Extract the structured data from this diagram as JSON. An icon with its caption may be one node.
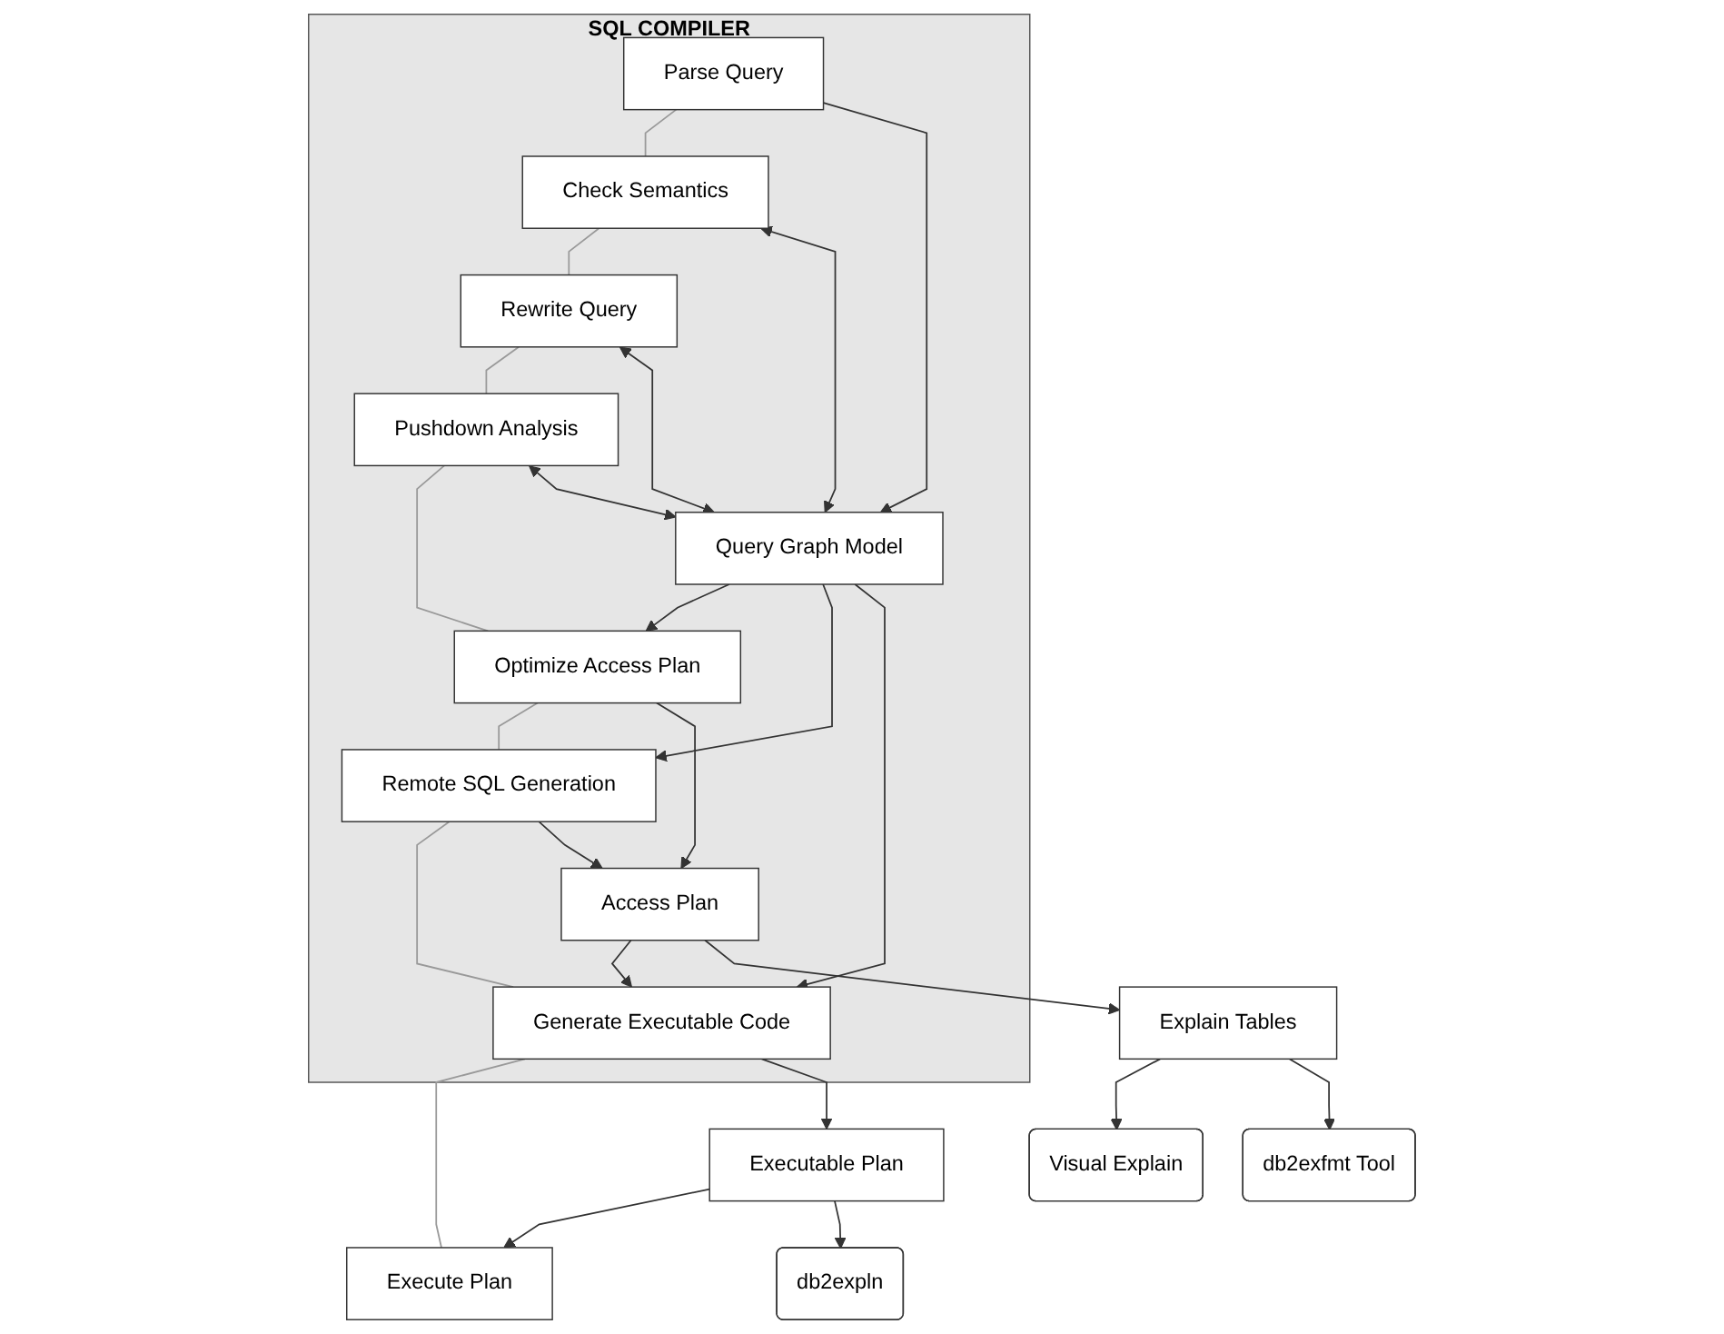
{
  "diagram": {
    "nodes": [
      {
        "text": [
          "SQL COMPILER"
        ]
      },
      {
        "text": [
          "Parse Query"
        ],
        "in": 0
      },
      {
        "text": [
          "Check Semantics"
        ],
        "in": 0
      },
      {
        "text": [
          "Rewrite Query"
        ],
        "in": 0
      },
      {
        "text": [
          "Pushdown Analysis"
        ],
        "in": 0
      },
      {
        "text": [
          "Optimize Access Plan"
        ],
        "in": 0
      },
      {
        "text": [
          "Remote SQL Generation"
        ],
        "in": 0
      },
      {
        "text": [
          "Generate Executable Code"
        ],
        "in": 0
      },
      {
        "text": [
          "Query Graph Model"
        ],
        "in": 0
      },
      {
        "text": [
          "Access Plan"
        ],
        "in": 0
      },
      {
        "text": [
          "Execute Plan"
        ]
      },
      {
        "text": [
          "Executable Plan"
        ]
      },
      {
        "text": [
          "Explain Tables"
        ]
      },
      {
        "text": [
          "Visual Explain"
        ]
      },
      {
        "text": [
          "db2exfmt Tool"
        ]
      },
      {
        "text": [
          "db2expln"
        ]
      }
    ],
    "edges": [
      {
        "from": 1,
        "to": 2,
        "arrow": "none",
        "color": "#999999"
      },
      {
        "from": 2,
        "to": 3,
        "arrow": "none",
        "color": "#999999"
      },
      {
        "from": 3,
        "to": 4,
        "arrow": "none",
        "color": "#999999"
      },
      {
        "from": 4,
        "to": 5,
        "arrow": "none",
        "color": "#999999"
      },
      {
        "from": 5,
        "to": 6,
        "arrow": "none",
        "color": "#999999"
      },
      {
        "from": 6,
        "to": 7,
        "arrow": "none",
        "color": "#999999"
      },
      {
        "from": 7,
        "to": 10,
        "arrow": "none",
        "color": "#999999"
      },
      {
        "from": 1,
        "to": 8,
        "arrow": "to"
      },
      {
        "from": 2,
        "to": 8,
        "arrow": "both"
      },
      {
        "from": 3,
        "to": 8,
        "arrow": "both"
      },
      {
        "from": 4,
        "to": 8,
        "arrow": "both"
      },
      {
        "from": 8,
        "to": 5,
        "arrow": "to"
      },
      {
        "from": 8,
        "to": 6,
        "arrow": "to"
      },
      {
        "from": 8,
        "to": 7,
        "arrow": "to"
      },
      {
        "from": 5,
        "to": 9,
        "arrow": "to"
      },
      {
        "from": 6,
        "to": 9,
        "arrow": "to"
      },
      {
        "from": 9,
        "to": 7,
        "arrow": "to"
      },
      {
        "from": 9,
        "to": 12,
        "arrow": "to"
      },
      {
        "from": 7,
        "to": 11,
        "arrow": "to"
      },
      {
        "from": 11,
        "to": 10,
        "arrow": "to"
      },
      {
        "from": 12,
        "to": 13,
        "arrow": "to"
      },
      {
        "from": 12,
        "to": 14,
        "arrow": "to"
      },
      {
        "from": 11,
        "to": 15,
        "arrow": "to"
      }
    ]
  }
}
